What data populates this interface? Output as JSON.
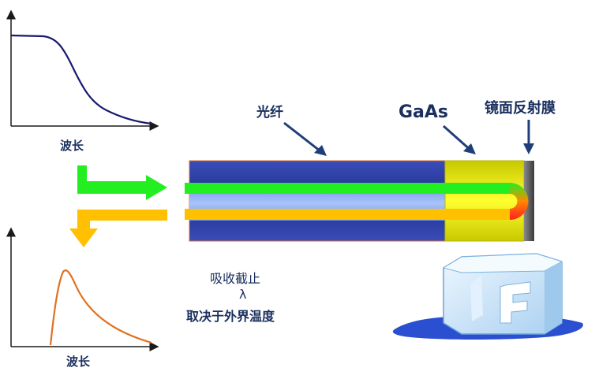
{
  "labels": {
    "graph_top_xlabel": "波长",
    "graph_bottom_xlabel": "波长",
    "fiber": "光纤",
    "gaas": "GaAs",
    "mirror": "镜面反射膜",
    "absorb_line1": "吸收截止",
    "absorb_line2": "λ",
    "absorb_line3": "取决于外界温度"
  },
  "colors": {
    "text": "#1a2f5e",
    "green_beam": "#22ee22",
    "orange_beam": "#ffc000",
    "fiber_core": "#7fa3f0",
    "fiber_cladding": "#2f3f9e",
    "gaas": "#f2f200",
    "mirror": "#5a5a5a",
    "ice": "#cfe7fb",
    "water": "#2a4fd0",
    "top_curve": "#1a1a6e",
    "bottom_curve": "#e07020"
  },
  "icons": {
    "arrow": "arrow-icon",
    "ice": "ice-cube-icon"
  }
}
